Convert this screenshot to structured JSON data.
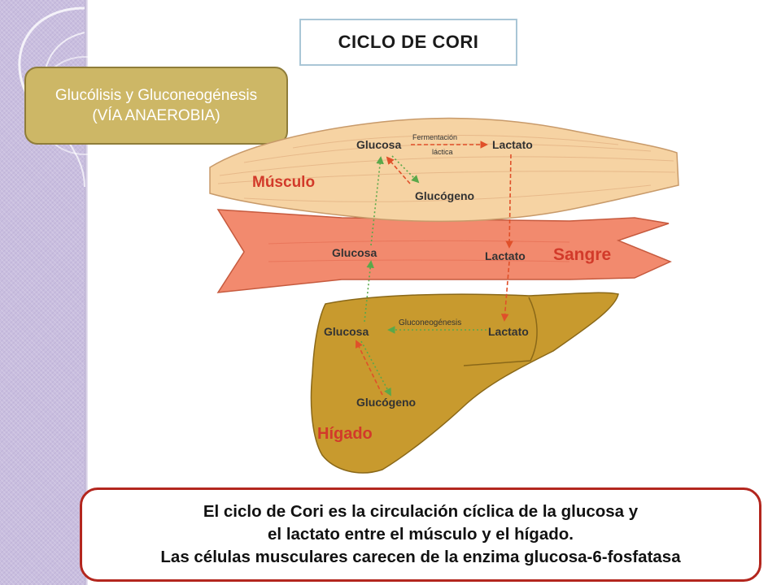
{
  "title": "CICLO DE CORI",
  "subtitle": {
    "line1": "Glucólisis y Gluconeogénesis",
    "line2": "(VÍA ANAEROBIA)"
  },
  "diagram": {
    "muscle": {
      "label": "Músculo",
      "glucose": "Glucosa",
      "lactate": "Lactato",
      "glycogen": "Glucógeno",
      "process_line1": "Fermentación",
      "process_line2": "láctica"
    },
    "blood": {
      "label": "Sangre",
      "glucose": "Glucosa",
      "lactate": "Lactato"
    },
    "liver": {
      "label": "Hígado",
      "glucose": "Glucosa",
      "lactate": "Lactato",
      "glycogen": "Glucógeno",
      "process": "Gluconeogénesis"
    }
  },
  "caption": {
    "line1": "El ciclo de Cori es la circulación cíclica de la glucosa y",
    "line2": "el lactato entre el músculo y el hígado.",
    "line3": "Las células musculares carecen de la enzima glucosa-6-fosfatasa"
  },
  "colors": {
    "muscle": "#f6d3a3",
    "blood": "#f28a6e",
    "liver": "#c89a2e",
    "red_label": "#d23a2a",
    "arrow_red": "#e0502a",
    "arrow_green": "#5aa84a",
    "caption_border": "#b3261e",
    "subtitle_fill": "#cdb766"
  }
}
